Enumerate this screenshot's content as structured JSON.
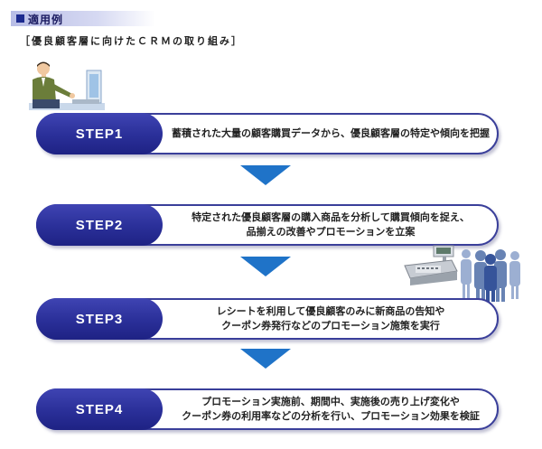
{
  "header": {
    "title": "適用例"
  },
  "subtitle": "［優良顧客層に向けたＣＲＭの取り組み］",
  "steps": [
    {
      "label": "STEP1",
      "lines": [
        "蓄積された大量の顧客購買データから、優良顧客層の特定や傾向を把握"
      ]
    },
    {
      "label": "STEP2",
      "lines": [
        "特定された優良顧客層の購入商品を分析して購買傾向を捉え、",
        "品揃えの改善やプロモーションを立案"
      ]
    },
    {
      "label": "STEP3",
      "lines": [
        "レシートを利用して優良顧客のみに新商品の告知や",
        "クーポン券発行などのプロモーション施策を実行"
      ]
    },
    {
      "label": "STEP4",
      "lines": [
        "プロモーション実施前、期間中、実施後の売り上げ変化や",
        "クーポン券の利用率などの分析を行い、プロモーション効果を検証"
      ]
    }
  ],
  "colors": {
    "accent": "#2a2f98",
    "arrow": "#1f73c8",
    "header_bar": "#b8bde6"
  },
  "icons": {
    "person": "person-at-computer-icon",
    "register": "cash-register-icon",
    "crowd": "customer-crowd-icon"
  }
}
